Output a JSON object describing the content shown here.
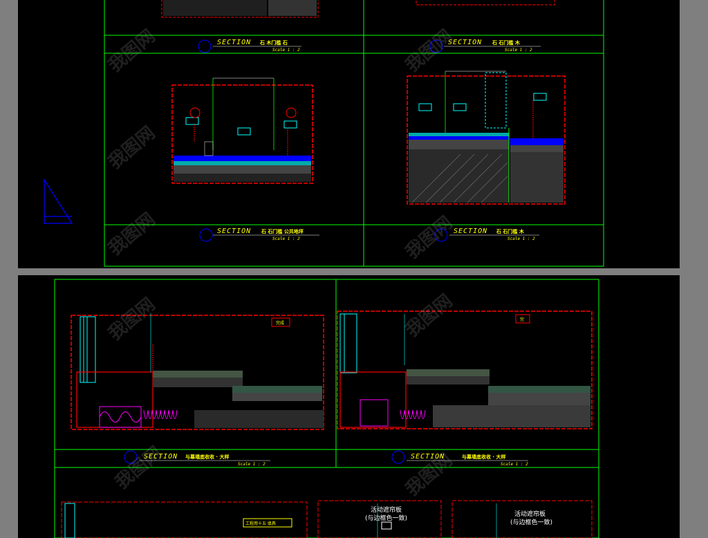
{
  "sheet_top": {
    "panels": [
      {
        "label": "SECTION",
        "title": "石 木门槛 石",
        "scale": "Scale 1 : 2"
      },
      {
        "label": "SECTION",
        "title": "石 石门槛 木",
        "scale": "Scale 1 : 2"
      },
      {
        "label": "SECTION",
        "title": "石 石门槛 公共地坪",
        "scale": "Scale 1 : 2"
      },
      {
        "label": "SECTION",
        "title": "石 石门槛 木",
        "scale": "Scale 1 : 2"
      }
    ]
  },
  "sheet_bottom": {
    "panels": [
      {
        "label": "SECTION",
        "title": "与幕墙底收收 · 大样",
        "scale": "Scale 1 : 2",
        "tag": "完成"
      },
      {
        "label": "SECTION",
        "title": "与幕墙底收收 · 大样",
        "scale": "Scale 1 : 2",
        "tag": "完"
      }
    ],
    "partial_notes": [
      "活动遮帘板",
      "(与边框色一致)",
      "活动遮帘板",
      "(与边框色一致)"
    ],
    "partial_tag": "工程用十五 填具"
  },
  "watermark": "我图网",
  "colors": {
    "background": "#000000",
    "frame": "#00ff00",
    "red": "#ff0000",
    "yellow": "#ffff00",
    "cyan": "#00ffff",
    "blue": "#0000ff",
    "magenta": "#ff00ff"
  }
}
